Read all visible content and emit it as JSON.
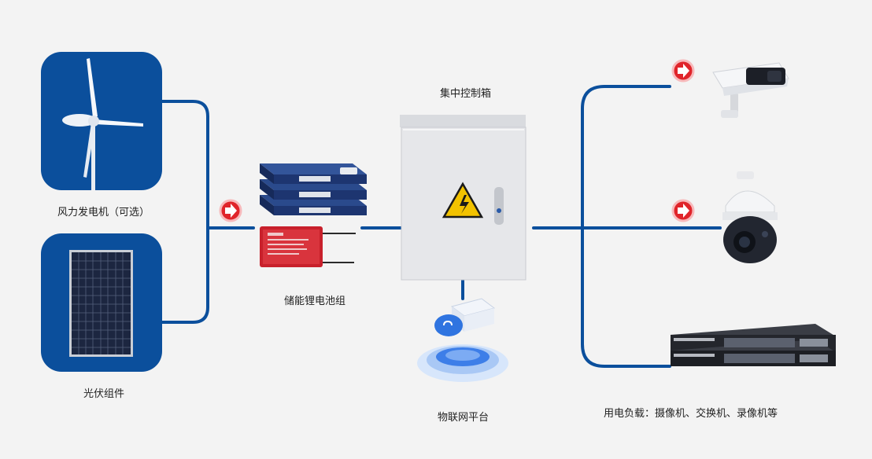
{
  "labels": {
    "wind": "风力发电机（可选）",
    "solar": "光伏组件",
    "battery": "储能锂电池组",
    "cabinet": "集中控制箱",
    "iot": "物联网平台",
    "loads": "用电负载：摄像机、交换机、录像机等"
  },
  "colors": {
    "line": "#0b4f9c",
    "card": "#0b4f9c",
    "arrow": "#e0242a",
    "background": "#f3f3f3"
  },
  "icons": [
    "wind-turbine-icon",
    "solar-panel-icon",
    "battery-pack-icon",
    "bms-board-icon",
    "control-cabinet-icon",
    "warning-icon",
    "cloud-platform-icon",
    "bullet-camera-icon",
    "dome-camera-icon",
    "network-switch-icon",
    "arrow-right-icon"
  ]
}
